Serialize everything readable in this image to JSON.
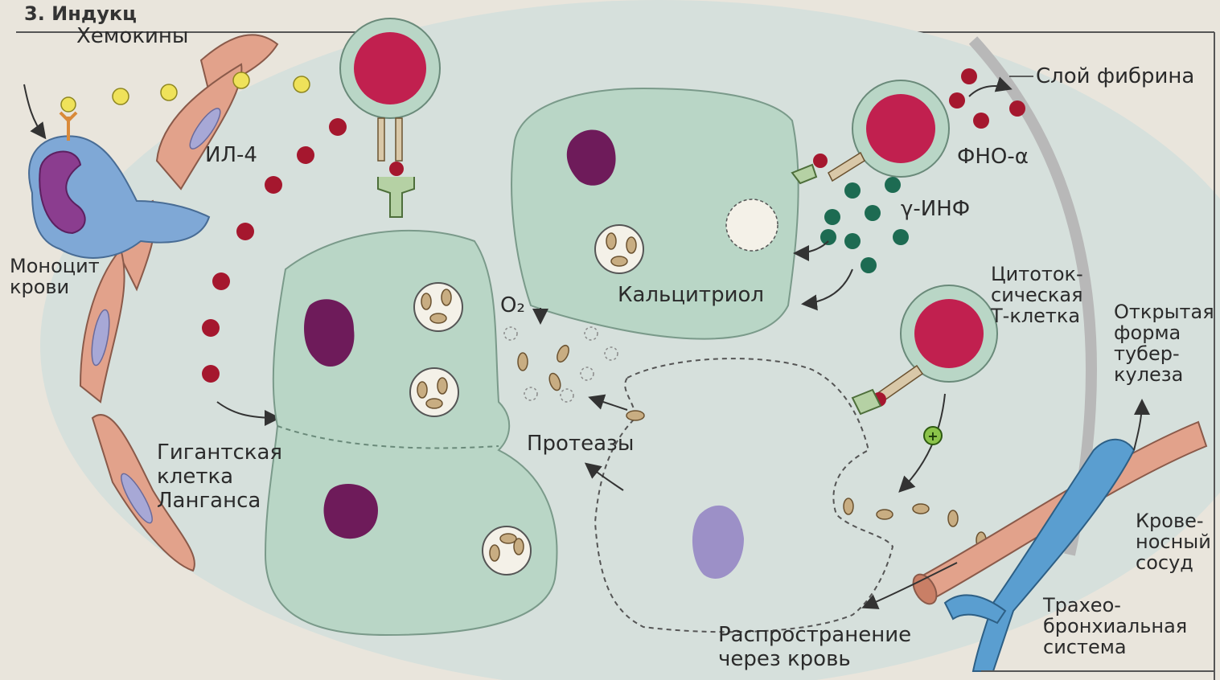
{
  "heading": "3. Индукц",
  "labels": {
    "chemokines": "Хемокины",
    "il4": "ИЛ-4",
    "monocyte": "Моноцит\nкрови",
    "giant_cell": "Гигантская\nклетка\nЛанганса",
    "o2": "O₂",
    "proteases": "Протеазы",
    "calcitriol": "Кальцитриол",
    "fibrin_layer": "Слой фибрина",
    "tnf": "ФНО-α",
    "ifn": "γ-ИНФ",
    "cytotoxic_t": "Цитоток-\nсическая\nТ-клетка",
    "open_tb": "Открытая\nформа\nтубер-\nкулеза",
    "blood_vessel": "Крове-\nносный\nсосуд",
    "tracheo": "Трахео-\nбронхиальная\nсистема",
    "spread": "Распространение\nчерез кровь"
  },
  "colors": {
    "background": "#e9e5dc",
    "granuloma": "#d6e0dc",
    "macrophage": "#b9d6c6",
    "nucleus": "#6e1b5a",
    "t_cell": "#c1204f",
    "monocyte": "#7fa8d6",
    "vessel_wall": "#e2a28b",
    "chemokine": "#efe25a",
    "il4": "#a5172e",
    "ifn": "#1d6b52",
    "airway": "#5a9ed0"
  }
}
